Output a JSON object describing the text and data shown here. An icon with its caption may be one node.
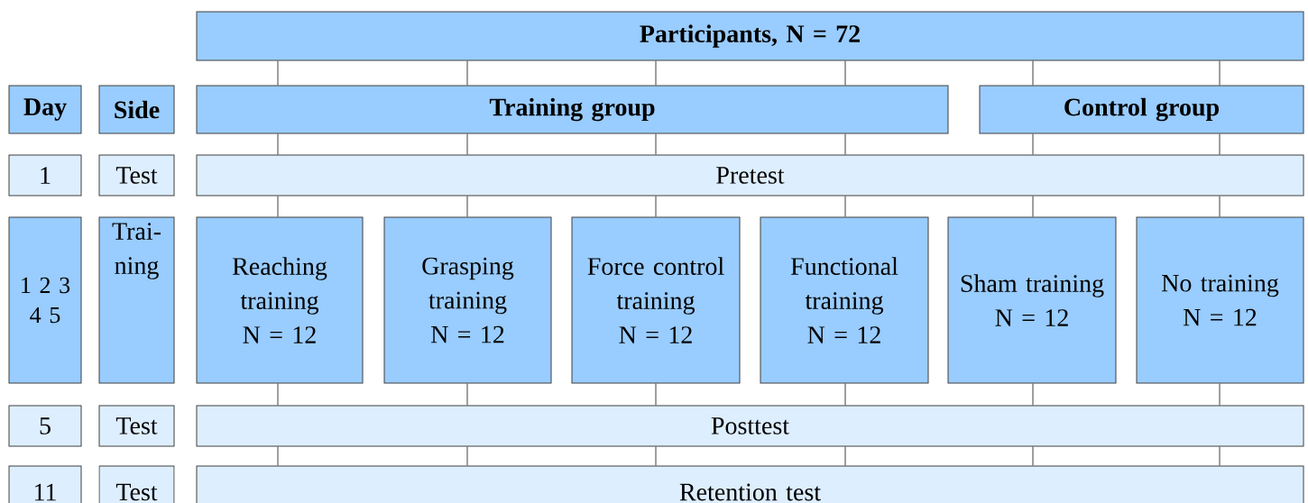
{
  "diagram": {
    "nodes": [
      {
        "text": [
          "Participants, N = 72"
        ]
      },
      {
        "text": [
          "Day"
        ]
      },
      {
        "text": [
          "Side"
        ]
      },
      {
        "text": [
          "Training group"
        ]
      },
      {
        "text": [
          "Control group"
        ]
      },
      {
        "text": [
          "1"
        ]
      },
      {
        "text": [
          "Test"
        ]
      },
      {
        "text": [
          "Pretest"
        ]
      },
      {
        "text": [
          "1 2 3 4 5"
        ]
      },
      {
        "text": [
          "Trai-ning"
        ]
      },
      {
        "text": [
          "Reaching training",
          "N = 12"
        ]
      },
      {
        "text": [
          "Grasping training",
          "N = 12"
        ]
      },
      {
        "text": [
          "Force control training",
          "N = 12"
        ]
      },
      {
        "text": [
          "Functional training",
          "N = 12"
        ]
      },
      {
        "text": [
          "Sham training",
          "N = 12"
        ]
      },
      {
        "text": [
          "No training",
          "N = 12"
        ]
      },
      {
        "text": [
          "5"
        ]
      },
      {
        "text": [
          "Test"
        ]
      },
      {
        "text": [
          "Posttest"
        ]
      },
      {
        "text": [
          "11"
        ]
      },
      {
        "text": [
          "Test"
        ]
      },
      {
        "text": [
          "Retention test"
        ]
      }
    ],
    "edges": [
      {
        "from": 0,
        "to": 3,
        "arrow": "none"
      },
      {
        "from": 0,
        "to": 3,
        "arrow": "none"
      },
      {
        "from": 0,
        "to": 3,
        "arrow": "none"
      },
      {
        "from": 0,
        "to": 3,
        "arrow": "none"
      },
      {
        "from": 0,
        "to": 4,
        "arrow": "none"
      },
      {
        "from": 0,
        "to": 4,
        "arrow": "none"
      },
      {
        "from": 3,
        "to": 7,
        "arrow": "none"
      },
      {
        "from": 3,
        "to": 7,
        "arrow": "none"
      },
      {
        "from": 3,
        "to": 7,
        "arrow": "none"
      },
      {
        "from": 3,
        "to": 7,
        "arrow": "none"
      },
      {
        "from": 4,
        "to": 7,
        "arrow": "none"
      },
      {
        "from": 4,
        "to": 7,
        "arrow": "none"
      },
      {
        "from": 7,
        "to": 10,
        "arrow": "none"
      },
      {
        "from": 7,
        "to": 11,
        "arrow": "none"
      },
      {
        "from": 7,
        "to": 12,
        "arrow": "none"
      },
      {
        "from": 7,
        "to": 13,
        "arrow": "none"
      },
      {
        "from": 7,
        "to": 14,
        "arrow": "none"
      },
      {
        "from": 7,
        "to": 15,
        "arrow": "none"
      },
      {
        "from": 10,
        "to": 18,
        "arrow": "none"
      },
      {
        "from": 11,
        "to": 18,
        "arrow": "none"
      },
      {
        "from": 12,
        "to": 18,
        "arrow": "none"
      },
      {
        "from": 13,
        "to": 18,
        "arrow": "none"
      },
      {
        "from": 14,
        "to": 18,
        "arrow": "none"
      },
      {
        "from": 15,
        "to": 18,
        "arrow": "none"
      },
      {
        "from": 18,
        "to": 21,
        "arrow": "none"
      },
      {
        "from": 18,
        "to": 21,
        "arrow": "none"
      },
      {
        "from": 18,
        "to": 21,
        "arrow": "none"
      },
      {
        "from": 18,
        "to": 21,
        "arrow": "none"
      },
      {
        "from": 18,
        "to": 21,
        "arrow": "none"
      },
      {
        "from": 18,
        "to": 21,
        "arrow": "none"
      }
    ]
  }
}
